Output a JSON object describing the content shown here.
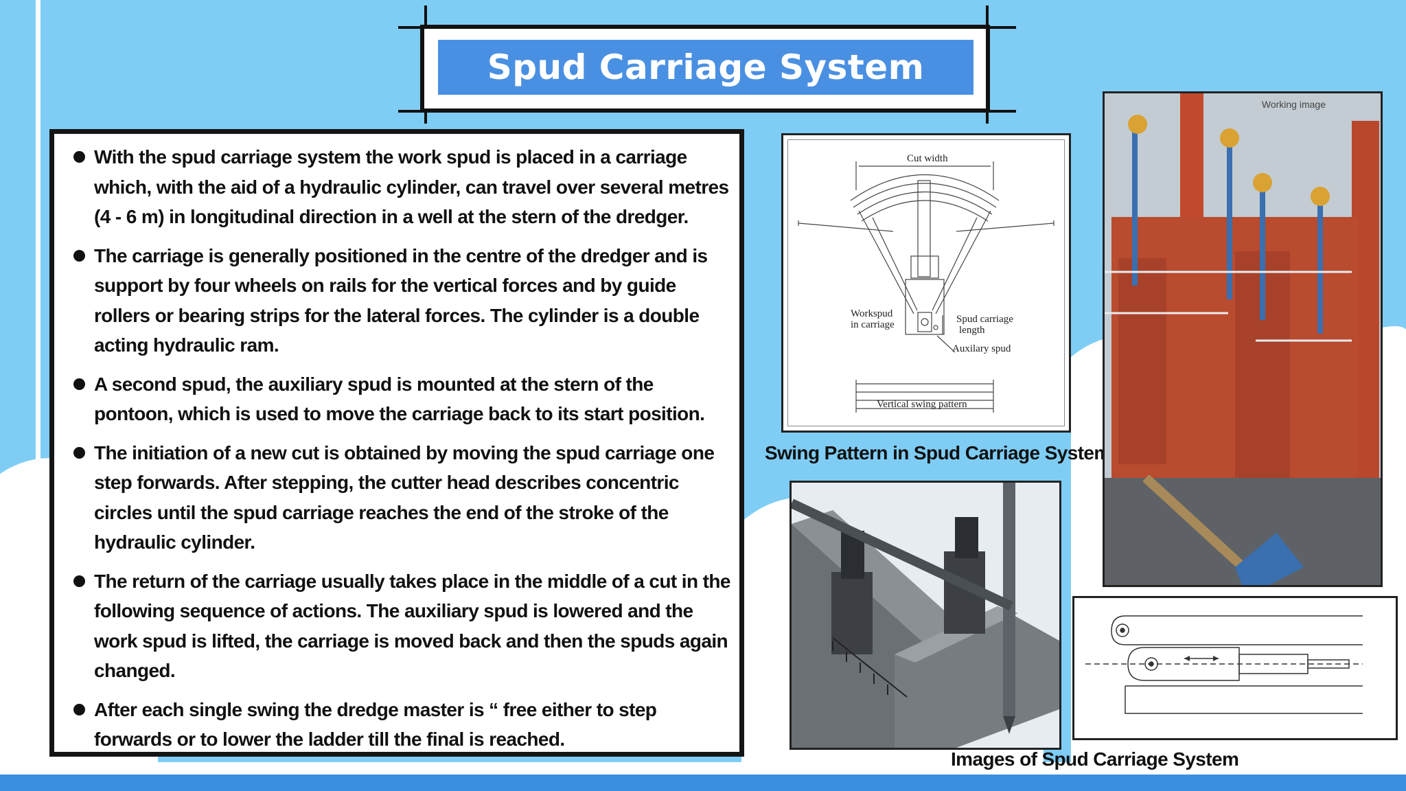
{
  "title": "Spud Carriage System",
  "bullets": [
    "With the spud carriage system the work spud is placed in a carriage which, with the aid of a hydraulic cylinder, can travel over several metres (4 - 6 m) in longitudinal direction in a well at the stern of the dredger.",
    "The carriage is generally positioned in the centre of the dredger and is support by four wheels on rails for the vertical forces and by guide rollers or bearing strips for the lateral forces. The cylinder is a double acting hydraulic ram.",
    "A second spud, the auxiliary spud is mounted at the stern of the pontoon, which is used to move the carriage back to its start position.",
    "The initiation of a new cut is obtained by moving the spud carriage one step forwards. After stepping, the cutter head describes concentric circles until the spud carriage reaches the end of the stroke of the hydraulic cylinder.",
    "The return of the carriage usually takes place in the middle of a cut in the following sequence of actions. The auxiliary spud is lowered and the work spud is lifted, the carriage is moved back and then the spuds again changed.",
    "After each single swing the dredge master is “ free either to step forwards or to lower the ladder till the final is reached."
  ],
  "swing_figure": {
    "cut_width": "Cut width",
    "workspud": "Workspud",
    "in_carriage": "in carriage",
    "spud_carriage": "Spud carriage",
    "length": "length",
    "auxiliary_spud": "Auxilary spud",
    "vertical_swing": "Vertical swing pattern"
  },
  "photo_label": "Working image",
  "captions": {
    "swing": "Swing Pattern in Spud Carriage System",
    "images": "Images of Spud Carriage System"
  },
  "colors": {
    "background": "#7fcdf5",
    "title_box": "#4a90e2",
    "bottom_bar": "#3b8fe0",
    "rust_red": "#c44a2c",
    "steel_blue": "#3a6fb0"
  }
}
